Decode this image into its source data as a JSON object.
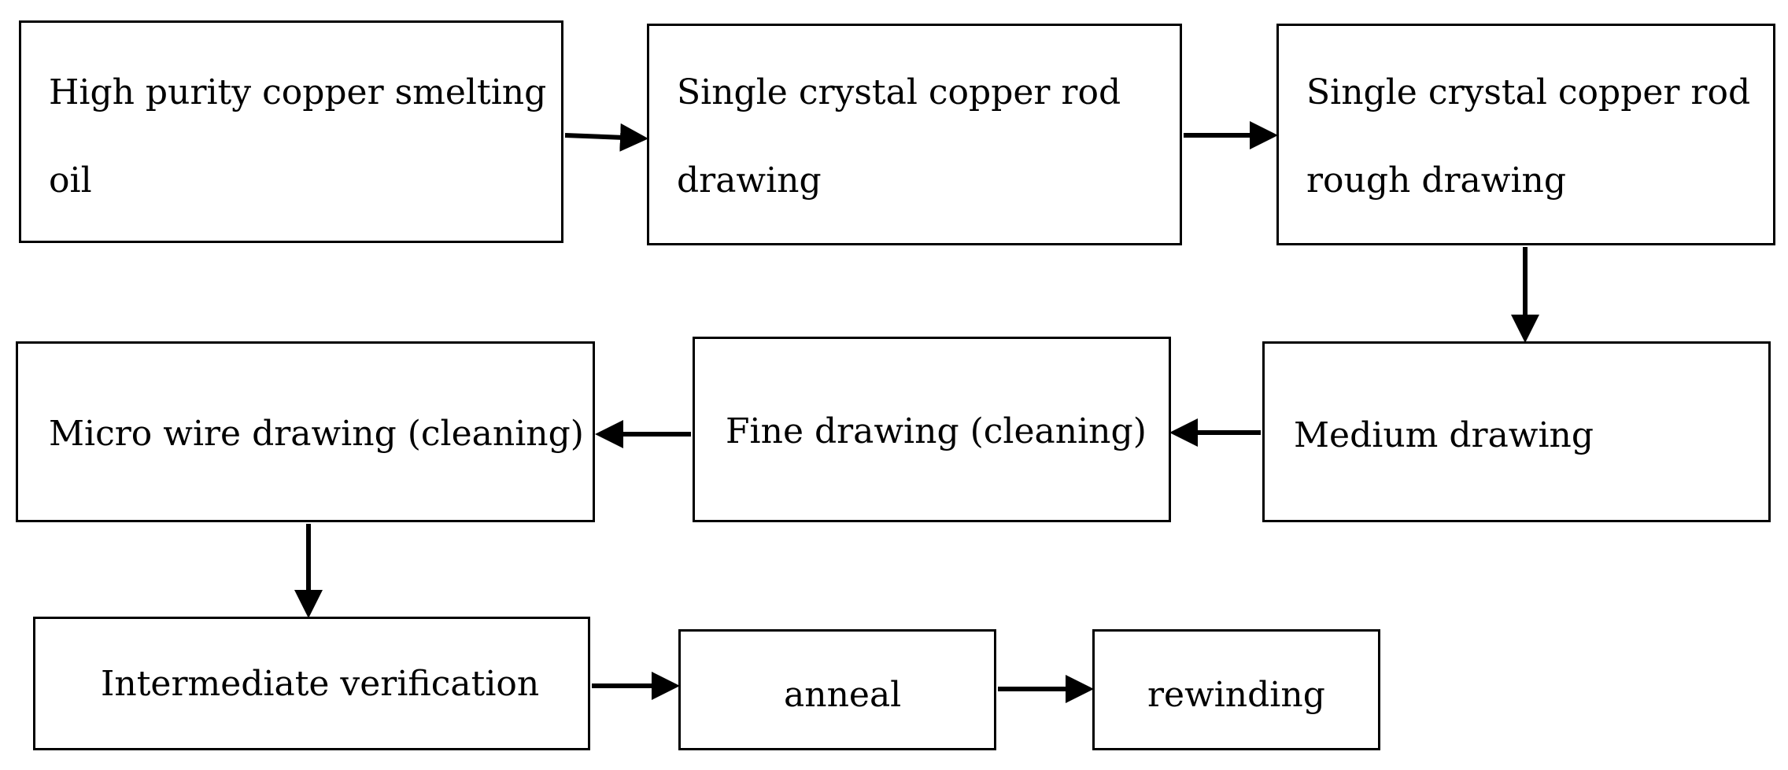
{
  "steps": {
    "smelting": {
      "line1": "High purity copper smelting",
      "line2": "oil"
    },
    "rod_drawing": {
      "line1": "Single crystal copper rod",
      "line2": "drawing"
    },
    "rough_drawing": {
      "line1": "Single crystal copper rod",
      "line2": "rough drawing"
    },
    "medium_drawing": {
      "label": "Medium drawing"
    },
    "fine_drawing": {
      "label": "Fine drawing (cleaning)"
    },
    "micro_drawing": {
      "label": "Micro wire drawing (cleaning)"
    },
    "verification": {
      "label": "Intermediate verification"
    },
    "anneal": {
      "label": "anneal"
    },
    "rewinding": {
      "label": "rewinding"
    }
  },
  "colors": {
    "stroke": "#000000",
    "background": "#ffffff"
  }
}
